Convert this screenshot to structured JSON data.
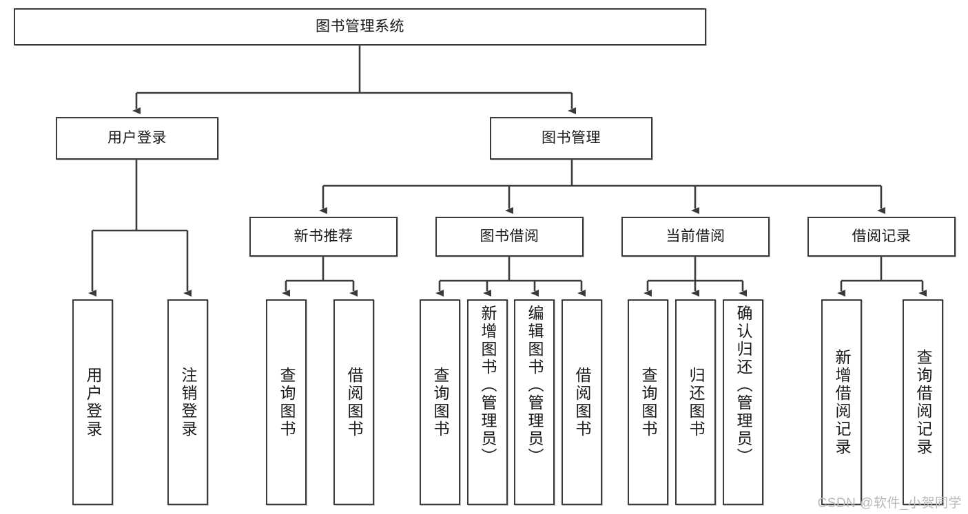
{
  "diagram": {
    "type": "tree-hierarchy",
    "title": "图书管理系统",
    "root": {
      "id": "root",
      "label": "图书管理系统",
      "orientation": "horizontal"
    },
    "level2": [
      {
        "id": "user-login",
        "label": "用户登录",
        "orientation": "horizontal"
      },
      {
        "id": "book-manage",
        "label": "图书管理",
        "orientation": "horizontal"
      }
    ],
    "level3": [
      {
        "id": "new-book-recommend",
        "label": "新书推荐",
        "orientation": "horizontal"
      },
      {
        "id": "book-borrow",
        "label": "图书借阅",
        "orientation": "horizontal"
      },
      {
        "id": "current-borrow",
        "label": "当前借阅",
        "orientation": "horizontal"
      },
      {
        "id": "borrow-record",
        "label": "借阅记录",
        "orientation": "horizontal"
      }
    ],
    "leaves": {
      "user-login": [
        {
          "id": "leaf-user-login",
          "label": "用户登录",
          "orientation": "vertical"
        },
        {
          "id": "leaf-logout-login",
          "label": "注销登录",
          "orientation": "vertical"
        }
      ],
      "new-book-recommend": [
        {
          "id": "leaf-query-book-1",
          "label": "查询图书",
          "orientation": "vertical"
        },
        {
          "id": "leaf-borrow-book-1",
          "label": "借阅图书",
          "orientation": "vertical"
        }
      ],
      "book-borrow": [
        {
          "id": "leaf-query-book-2",
          "label": "查询图书",
          "orientation": "vertical"
        },
        {
          "id": "leaf-add-book",
          "label": "新增图书（管理员）",
          "orientation": "vertical"
        },
        {
          "id": "leaf-edit-book",
          "label": "编辑图书（管理员）",
          "orientation": "vertical"
        },
        {
          "id": "leaf-borrow-book-2",
          "label": "借阅图书",
          "orientation": "vertical"
        }
      ],
      "current-borrow": [
        {
          "id": "leaf-query-book-3",
          "label": "查询图书",
          "orientation": "vertical"
        },
        {
          "id": "leaf-return-book",
          "label": "归还图书",
          "orientation": "vertical"
        },
        {
          "id": "leaf-confirm-return",
          "label": "确认归还（管理员）",
          "orientation": "vertical"
        }
      ],
      "borrow-record": [
        {
          "id": "leaf-add-record",
          "label": "新增借阅记录",
          "orientation": "vertical"
        },
        {
          "id": "leaf-query-record",
          "label": "查询借阅记录",
          "orientation": "vertical"
        }
      ]
    },
    "colors": {
      "background": "#ffffff",
      "node_border": "#3b3b3b",
      "node_fill": "#ffffff",
      "edge": "#3b3b3b",
      "text": "#1a1a1a",
      "watermark": "#b9b9b9"
    }
  },
  "watermark": {
    "text": "CSDN @软件_小贺同学"
  }
}
